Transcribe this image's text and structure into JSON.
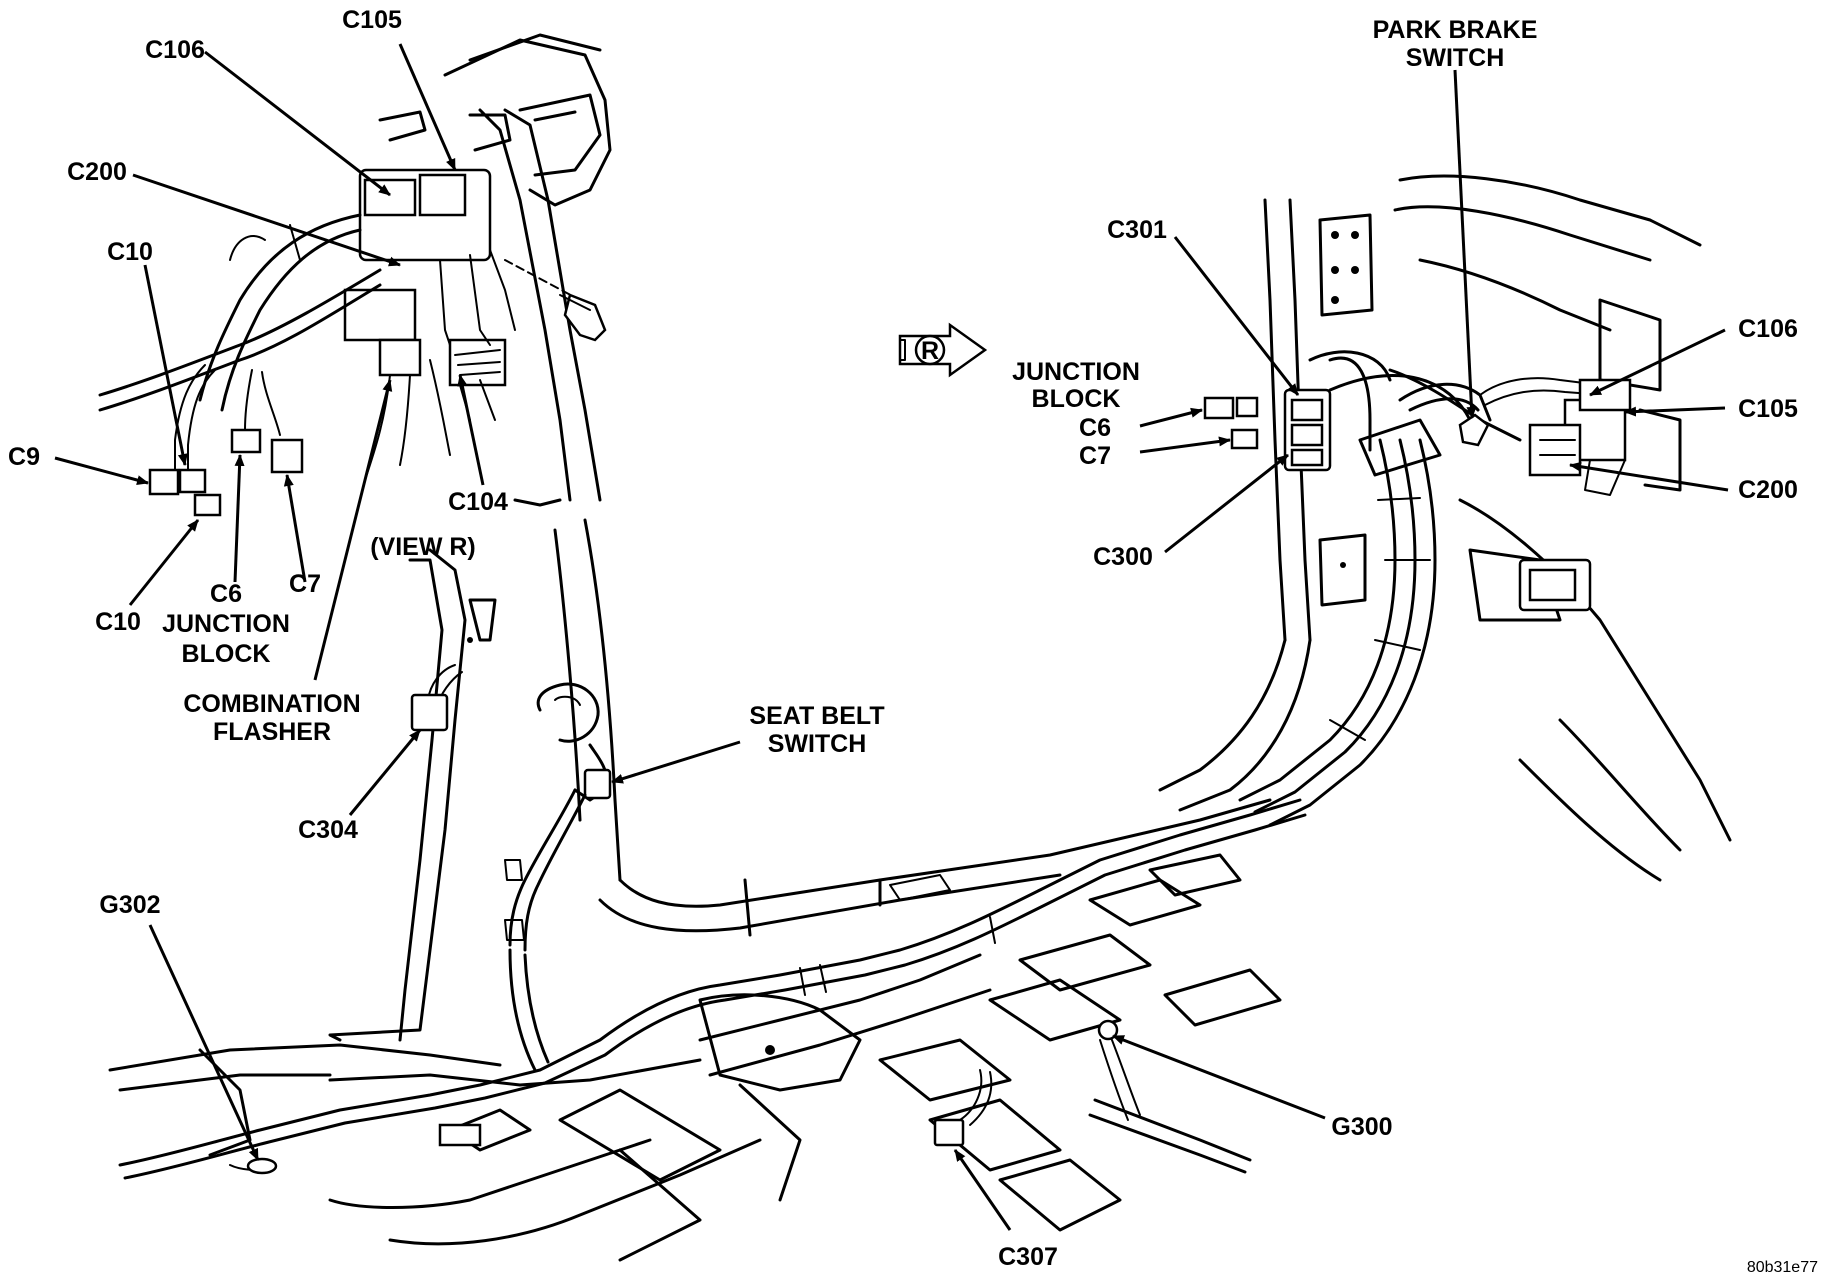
{
  "labels": {
    "c105_top": "C105",
    "c106_top": "C106",
    "c200_top": "C200",
    "c10_top": "C10",
    "c9": "C9",
    "c10_bottom": "C10",
    "c6_left": "C6",
    "junction_block_left": "JUNCTION",
    "junction_block_left_2": "BLOCK",
    "c7_left": "C7",
    "combination_flasher": "COMBINATION",
    "combination_flasher_2": "FLASHER",
    "c104": "C104",
    "view_r": "(VIEW R)",
    "c304": "C304",
    "g302": "G302",
    "seat_belt_switch": "SEAT BELT",
    "seat_belt_switch_2": "SWITCH",
    "c307": "C307",
    "g300": "G300",
    "park_brake_switch": "PARK BRAKE",
    "park_brake_switch_2": "SWITCH",
    "c301": "C301",
    "junction_block_right": "JUNCTION",
    "junction_block_right_2": "BLOCK",
    "c6_right": "C6",
    "c7_right": "C7",
    "c300": "C300",
    "c106_right": "C106",
    "c105_right": "C105",
    "c200_right": "C200",
    "view_marker": "R",
    "figure_ref": "80b31e77"
  }
}
